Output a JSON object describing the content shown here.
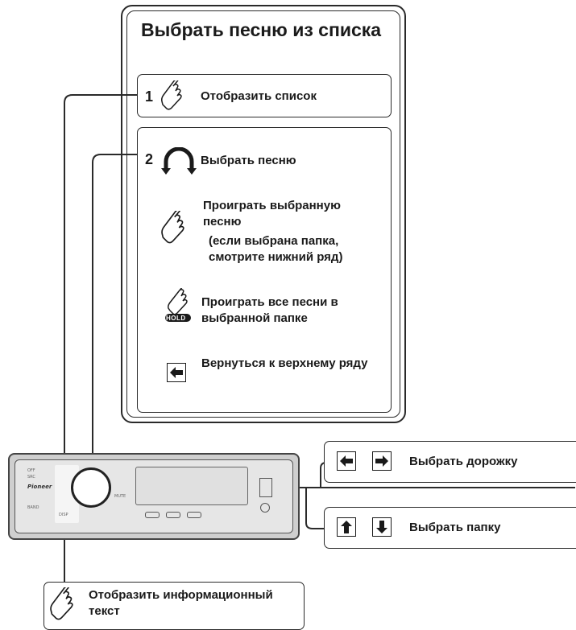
{
  "panel": {
    "title": "Выбрать песню из списка",
    "step1": {
      "number": "1",
      "label": "Отобразить список",
      "icon": "touch-icon"
    },
    "step2": {
      "number": "2",
      "label": "Выбрать песню",
      "icon": "rotate-icon",
      "actions": [
        {
          "icon": "touch-icon",
          "text": "Проиграть выбранную песню",
          "note": "(если выбрана папка, смотрите нижний ряд)"
        },
        {
          "icon": "touch-hold-icon",
          "hold_text": "HOLD",
          "text": "Проиграть все песни в выбранной папке"
        },
        {
          "icon": "left-arrow-key-icon",
          "text": "Вернуться к верхнему ряду"
        }
      ]
    }
  },
  "callouts": {
    "track": {
      "text": "Выбрать дорожку",
      "icons": [
        "left-arrow-key-icon",
        "right-arrow-key-icon"
      ]
    },
    "folder": {
      "text": "Выбрать папку",
      "icons": [
        "up-arrow-key-icon",
        "down-arrow-key-icon"
      ]
    },
    "info": {
      "text": "Отобразить информационный текст",
      "icon": "touch-icon"
    }
  },
  "device": {
    "brand": "Pioneer",
    "labels": {
      "src": "SRC",
      "off": "OFF",
      "band": "BAND",
      "disp": "DISP",
      "mute": "MUTE"
    }
  },
  "colors": {
    "line": "#2a2a2a",
    "device_body": "#cfcfcf",
    "device_face": "#e6e6e6",
    "knob": "#ffffff"
  }
}
